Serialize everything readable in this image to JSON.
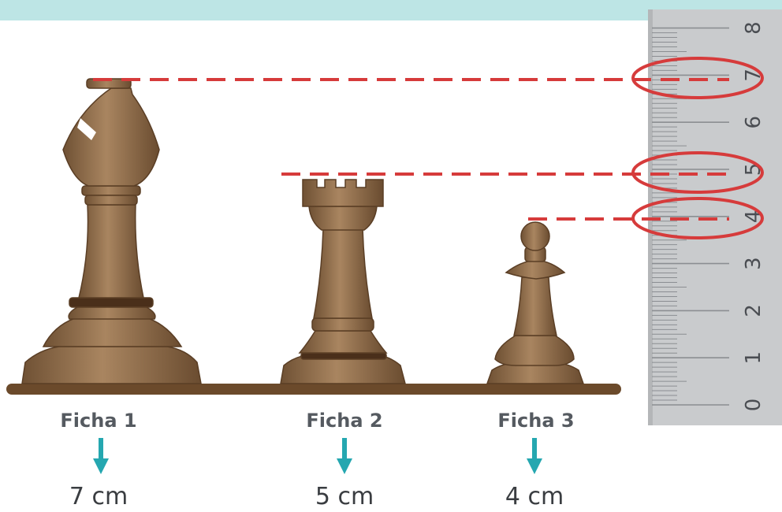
{
  "ruler": {
    "numbers": [
      "0",
      "1",
      "2",
      "3",
      "4",
      "5",
      "6",
      "7",
      "8"
    ],
    "highlighted": [
      "4",
      "5",
      "7"
    ]
  },
  "pieces": [
    {
      "label": "Ficha 1",
      "height": "7 cm",
      "icon": "bishop-icon",
      "mark": 7
    },
    {
      "label": "Ficha 2",
      "height": "5 cm",
      "icon": "rook-icon",
      "mark": 5
    },
    {
      "label": "Ficha 3",
      "height": "4 cm",
      "icon": "pawn-icon",
      "mark": 4
    }
  ],
  "colors": {
    "header": "#bde5e5",
    "wood": "#8a6a48",
    "board": "#6b4a2b",
    "dashes": "#d63b3b",
    "circles": "#d63b3b",
    "arrows": "#25a7b0",
    "ruler": "#c9cbcd"
  }
}
